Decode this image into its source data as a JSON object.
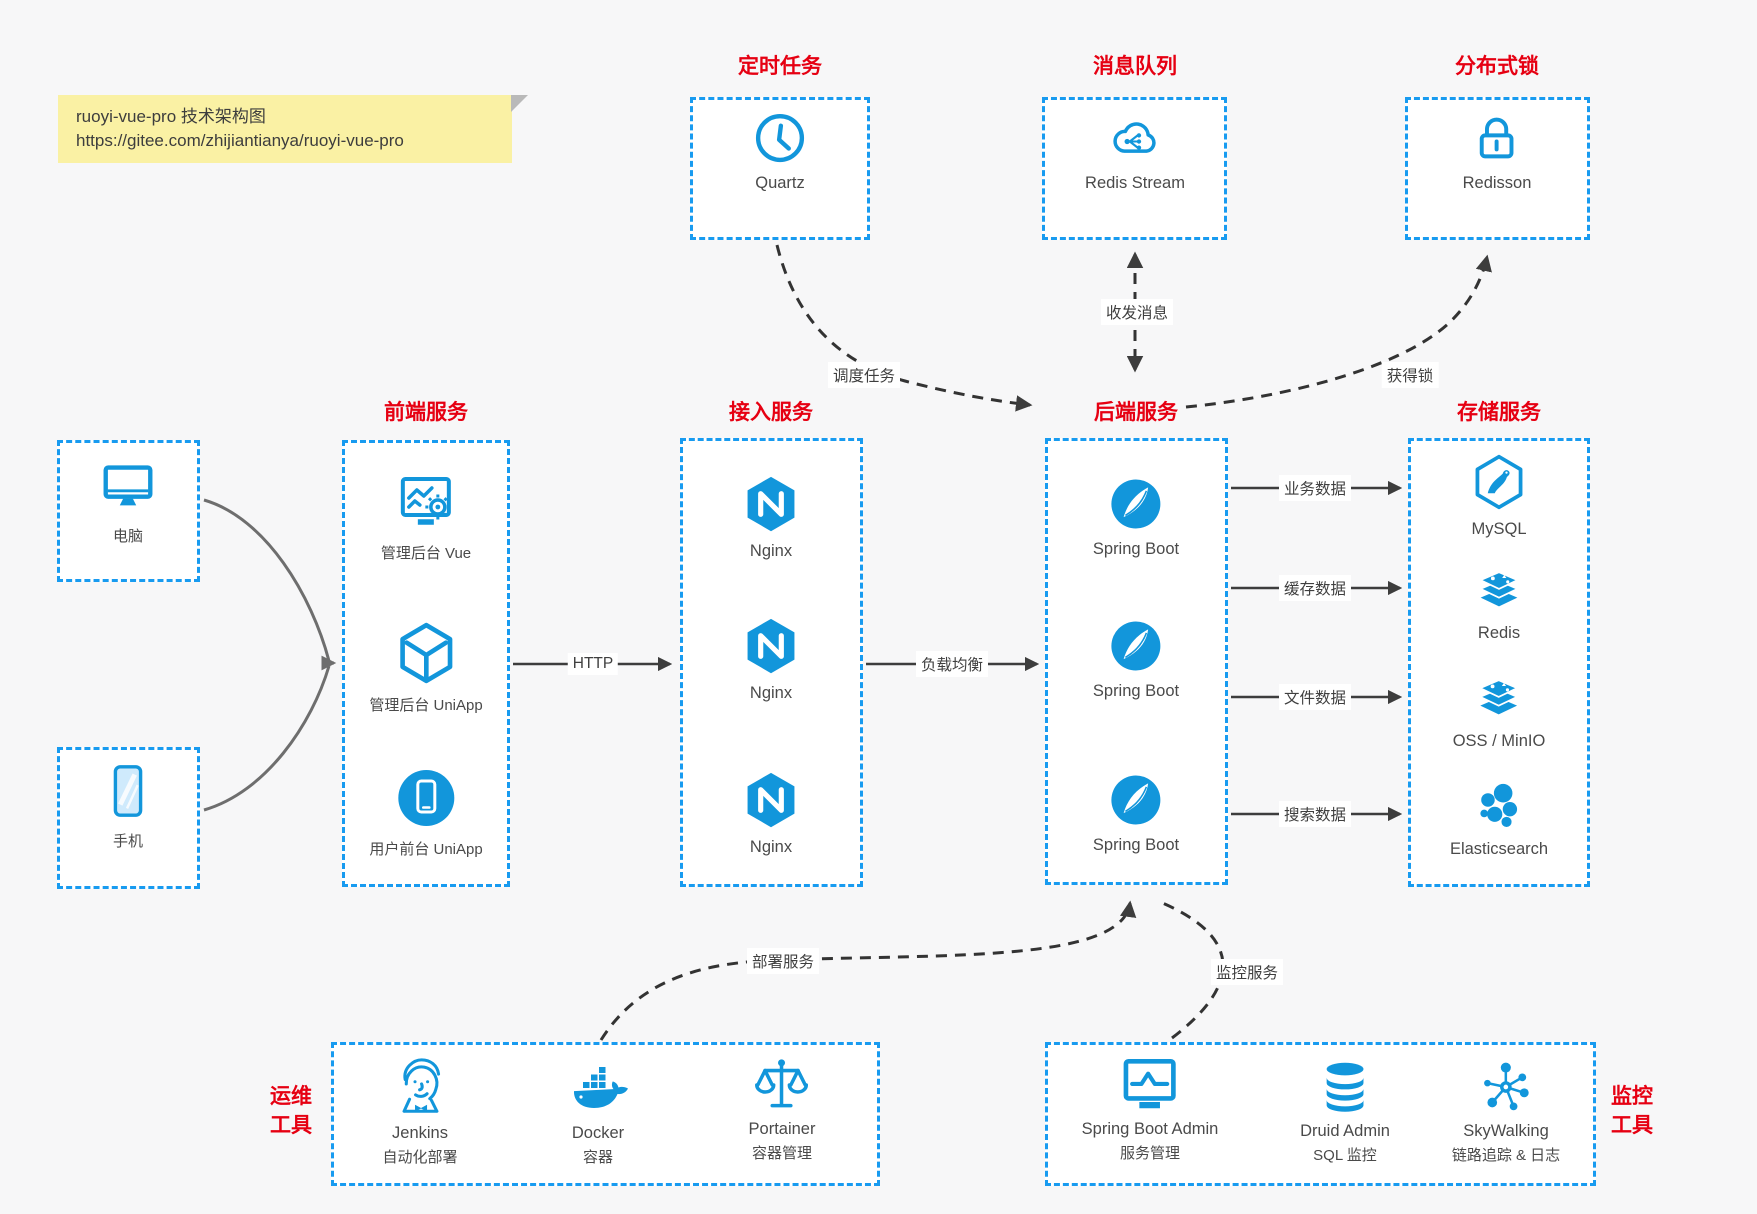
{
  "note": {
    "line1": "ruoyi-vue-pro 技术架构图",
    "line2": "https://gitee.com/zhijiantianya/ruoyi-vue-pro"
  },
  "colors": {
    "accent_blue": "#1296db",
    "border_blue": "#189bf0",
    "title_red": "#e60012"
  },
  "groups": {
    "scheduled": {
      "title": "定时任务",
      "node": "Quartz"
    },
    "mq": {
      "title": "消息队列",
      "node": "Redis Stream"
    },
    "lock": {
      "title": "分布式锁",
      "node": "Redisson"
    },
    "frontend": {
      "title": "前端服务",
      "items": [
        "管理后台 Vue",
        "管理后台 UniApp",
        "用户前台 UniApp"
      ]
    },
    "gateway": {
      "title": "接入服务",
      "node": "Nginx"
    },
    "backend": {
      "title": "后端服务",
      "node": "Spring Boot"
    },
    "storage": {
      "title": "存储服务",
      "items": [
        "MySQL",
        "Redis",
        "OSS / MinIO",
        "Elasticsearch"
      ]
    }
  },
  "devices": {
    "pc": "电脑",
    "mobile": "手机"
  },
  "ops": {
    "side1": "运维",
    "side2": "工具",
    "items": [
      {
        "name": "Jenkins",
        "desc": "自动化部署"
      },
      {
        "name": "Docker",
        "desc": "容器"
      },
      {
        "name": "Portainer",
        "desc": "容器管理"
      }
    ]
  },
  "monitoring": {
    "side1": "监控",
    "side2": "工具",
    "items": [
      {
        "name": "Spring Boot Admin",
        "desc": "服务管理"
      },
      {
        "name": "Druid Admin",
        "desc": "SQL 监控"
      },
      {
        "name": "SkyWalking",
        "desc": "链路追踪 & 日志"
      }
    ]
  },
  "edges": {
    "http": "HTTP",
    "load_balance": "负载均衡",
    "schedule": "调度任务",
    "message": "收发消息",
    "acquire_lock": "获得锁",
    "business_data": "业务数据",
    "cache_data": "缓存数据",
    "file_data": "文件数据",
    "search_data": "搜索数据",
    "deploy": "部署服务",
    "monitor": "监控服务"
  }
}
